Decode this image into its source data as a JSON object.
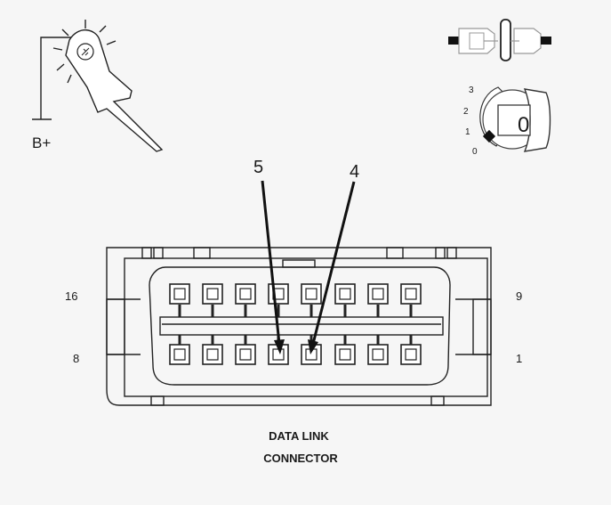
{
  "probe": {
    "label": "B+"
  },
  "ignition": {
    "positions": [
      "3",
      "2",
      "1",
      "0"
    ],
    "key_label": "0"
  },
  "connector": {
    "pin_labels": {
      "top_left": "16",
      "bottom_left": "8",
      "top_right": "9",
      "bottom_right": "1"
    },
    "callouts": [
      "5",
      "4"
    ],
    "caption_line1": "DATA LINK",
    "caption_line2": "CONNECTOR"
  }
}
